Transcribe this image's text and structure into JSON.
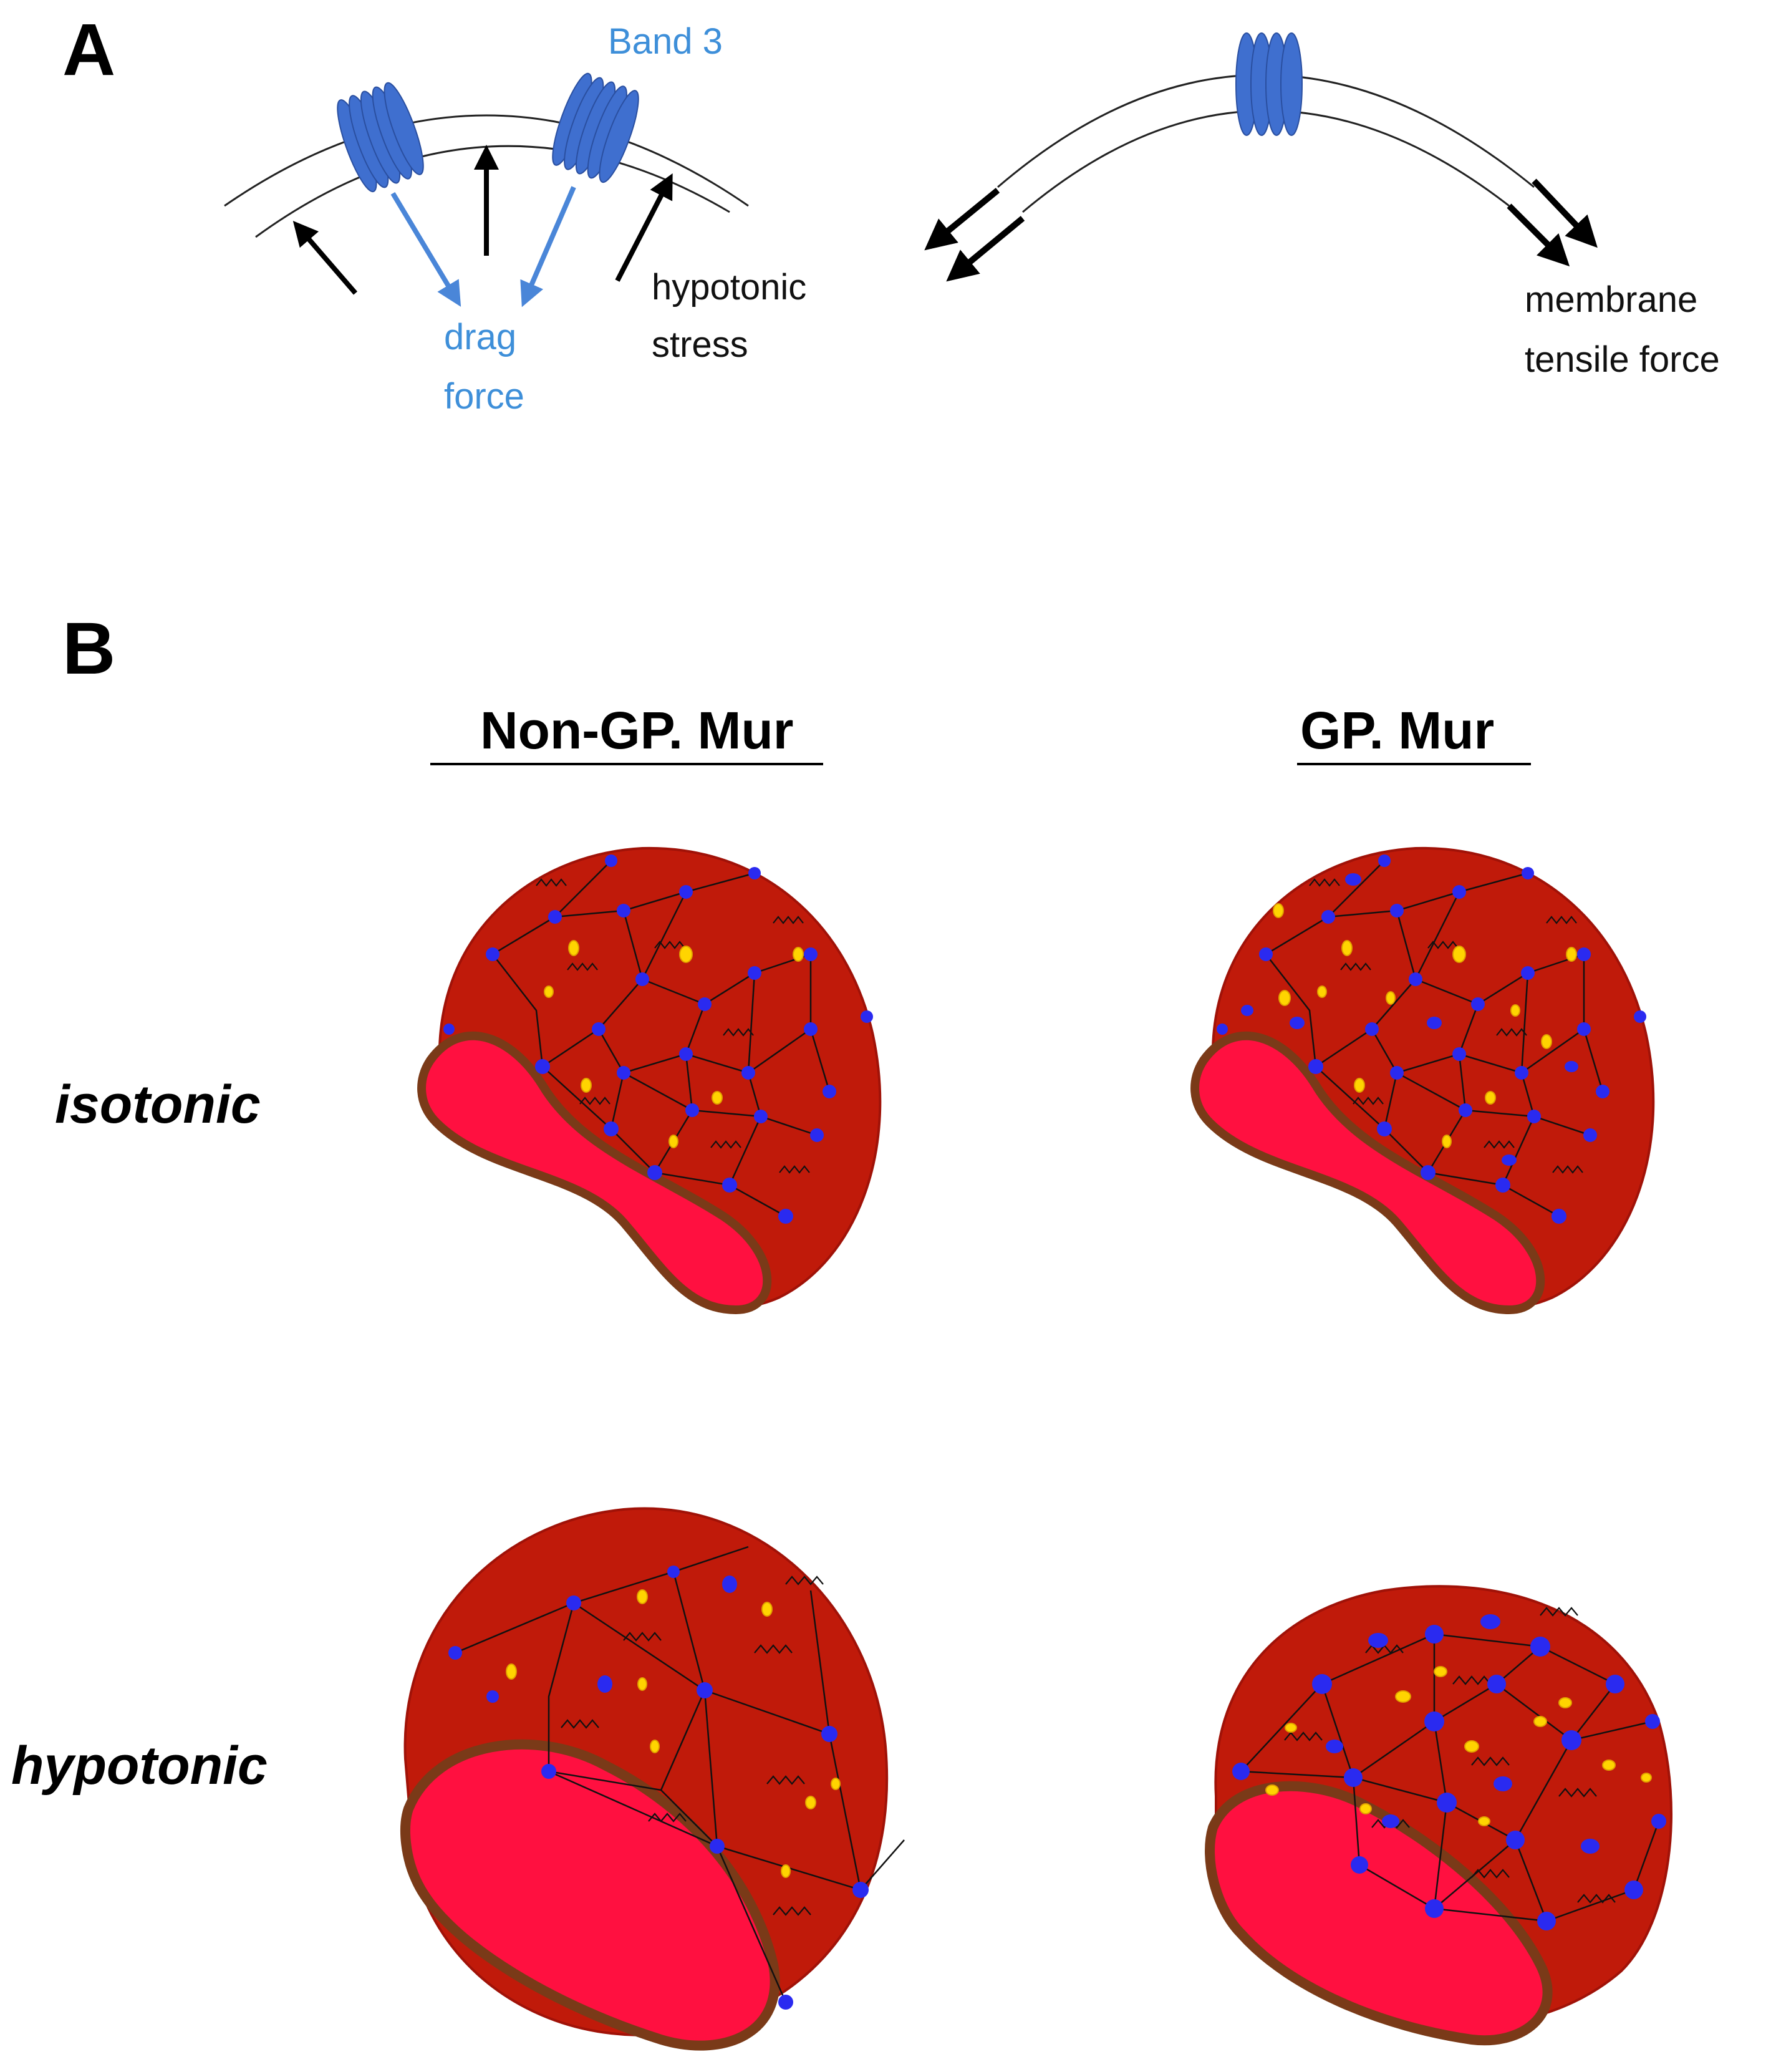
{
  "panel_a": {
    "letter": "A",
    "band3_label": "Band 3",
    "drag_force_line1": "drag",
    "drag_force_line2": "force",
    "hypotonic_stress_line1": "hypotonic",
    "hypotonic_stress_line2": "stress",
    "membrane_tensile_line1": "membrane",
    "membrane_tensile_line2": "tensile force"
  },
  "panel_b": {
    "letter": "B",
    "col_headers": [
      "Non-GP. Mur",
      "GP. Mur"
    ],
    "row_labels": [
      "isotonic",
      "hypotonic"
    ]
  },
  "colors": {
    "band3": "#3f6fcf",
    "blue_label": "#3e8fd9",
    "cell_body": "#c01a0a",
    "cell_interior": "#ff1040",
    "cell_rim": "#7a3a18",
    "node": "#2a2af0",
    "glycophorin": "#ffd400"
  }
}
